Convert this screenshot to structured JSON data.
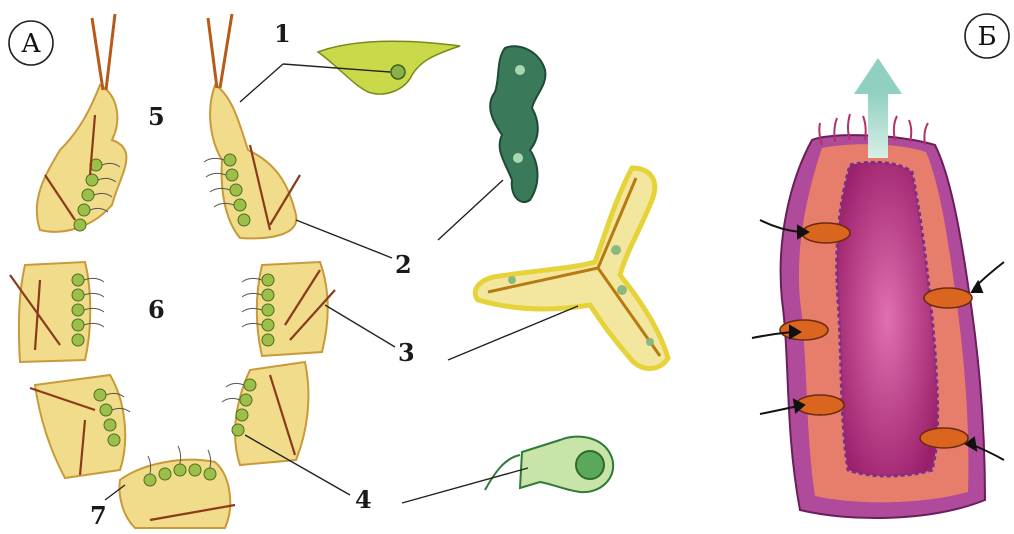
{
  "panels": {
    "left_label": "А",
    "right_label": "Б"
  },
  "labels": {
    "n1": "1",
    "n2": "2",
    "n3": "3",
    "n4": "4",
    "n5": "5",
    "n6": "6",
    "n7": "7"
  },
  "colors": {
    "cell_fill": "#f0dc8a",
    "cell_outline": "#c89a3a",
    "choanocyte": "#6e9a3a",
    "spicule": "#a0522d",
    "amoebocyte": "#2f6b4f",
    "sponge_outer": "#b04a9a",
    "sponge_inner": "#e07a6a",
    "cavity": "#b0307a",
    "pore": "#d9651f",
    "arrow": "#a8d8c8"
  },
  "icons": {
    "flow_arrow": "up-arrow-icon",
    "water_inflow": "curved-arrow-icon"
  }
}
